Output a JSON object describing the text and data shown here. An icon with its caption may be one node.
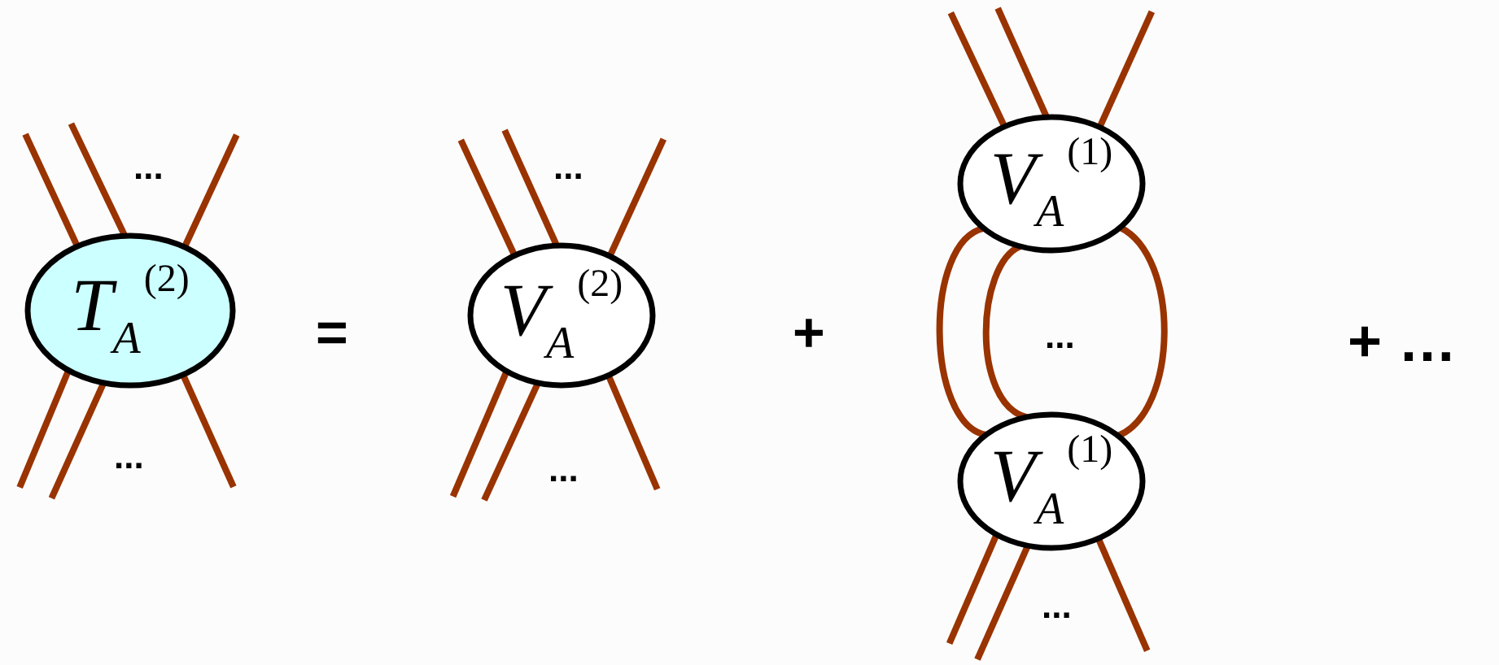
{
  "diagram": {
    "nodes": [
      {
        "text": [
          "*T*$_{A}$$^{(2)}$"
        ]
      },
      {
        "text": [
          "*V*$_{A}$$^{(2)}$"
        ]
      },
      {
        "text": [
          "*V*$_{A}$$^{(1)}$"
        ]
      },
      {
        "text": [
          "*V*$_{A}$$^{(1)}$"
        ]
      }
    ],
    "edges": [
      {
        "from": 0,
        "to": null,
        "arrow": "none"
      },
      {
        "from": 0,
        "to": null,
        "arrow": "none"
      },
      {
        "from": 0,
        "to": null,
        "arrow": "none"
      },
      {
        "from": 0,
        "to": null,
        "arrow": "none"
      },
      {
        "from": 0,
        "to": null,
        "arrow": "none"
      },
      {
        "from": 0,
        "to": null,
        "arrow": "none"
      },
      {
        "from": 1,
        "to": null,
        "arrow": "none"
      },
      {
        "from": 1,
        "to": null,
        "arrow": "none"
      },
      {
        "from": 1,
        "to": null,
        "arrow": "none"
      },
      {
        "from": 1,
        "to": null,
        "arrow": "none"
      },
      {
        "from": 1,
        "to": null,
        "arrow": "none"
      },
      {
        "from": 1,
        "to": null,
        "arrow": "none"
      },
      {
        "from": 2,
        "to": null,
        "arrow": "none"
      },
      {
        "from": 2,
        "to": null,
        "arrow": "none"
      },
      {
        "from": 2,
        "to": null,
        "arrow": "none"
      },
      {
        "from": 2,
        "to": 3,
        "arrow": "none"
      },
      {
        "from": 2,
        "to": 3,
        "arrow": "none"
      },
      {
        "from": 2,
        "to": 3,
        "arrow": "none"
      },
      {
        "from": 3,
        "to": null,
        "arrow": "none"
      },
      {
        "from": 3,
        "to": null,
        "arrow": "none"
      },
      {
        "from": 3,
        "to": null,
        "arrow": "none"
      }
    ],
    "labels": [
      "...",
      "...",
      "=",
      "+",
      "...",
      "+ …",
      "...",
      "...",
      "..."
    ]
  }
}
